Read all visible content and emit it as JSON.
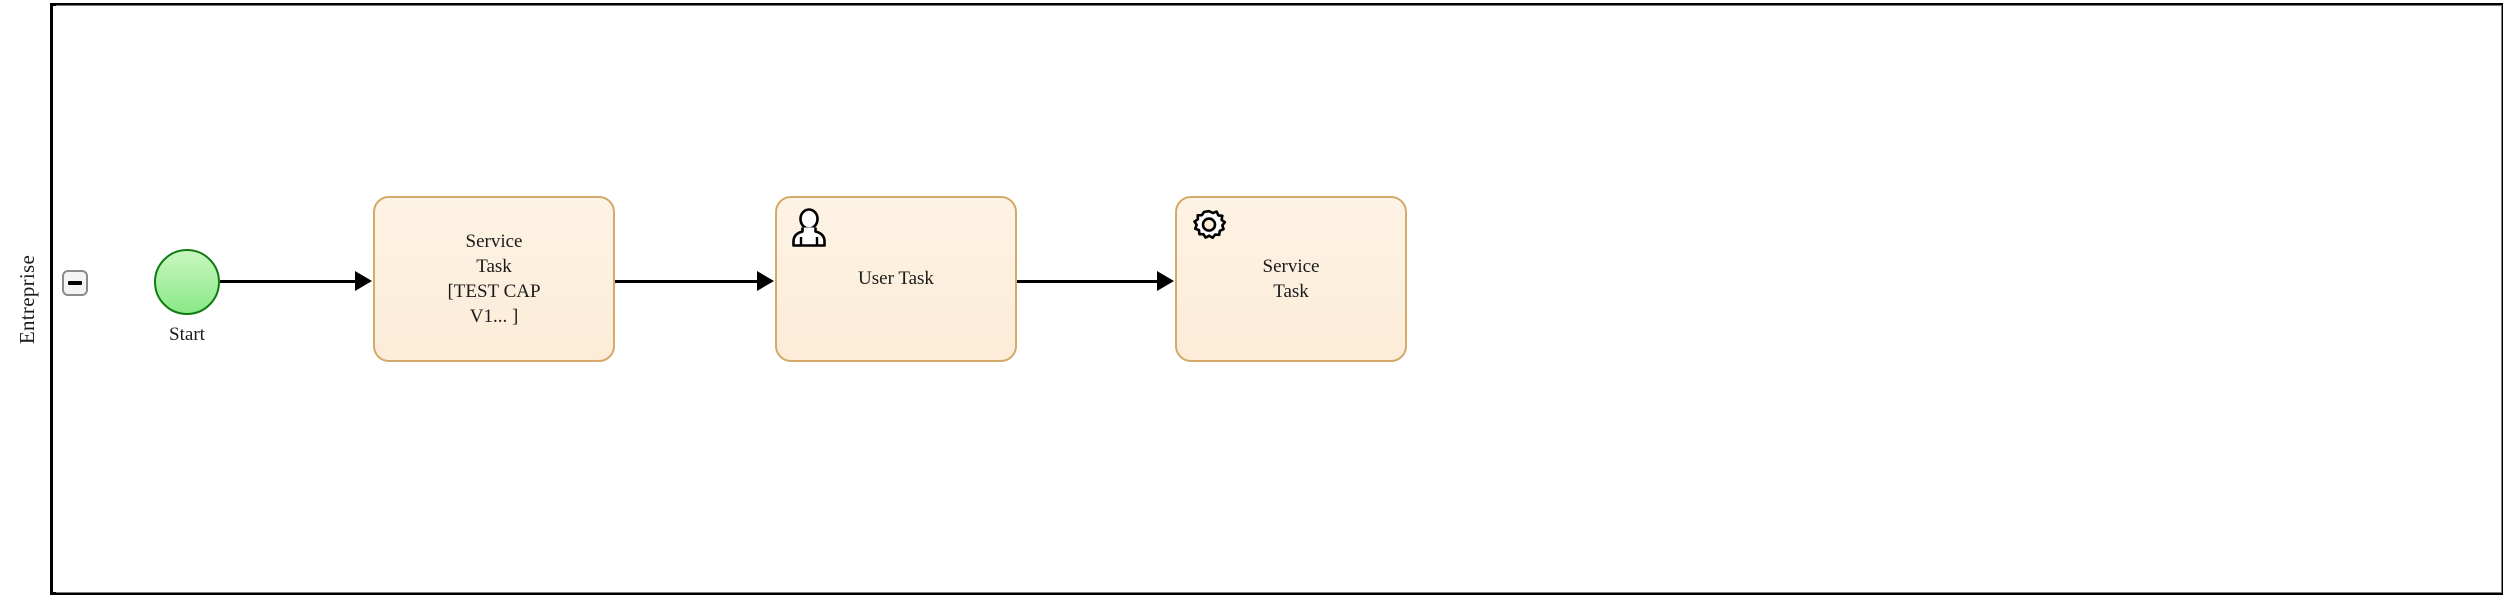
{
  "diagram": {
    "type": "bpmn-process",
    "pool": {
      "lane_label": "Entreprise",
      "collapse_button_icon": "minus-icon"
    },
    "colors": {
      "pool_border": "#000000",
      "lane_border": "#7a7a7a",
      "task_fill": "#fdf0dc",
      "task_border": "#d4a96a",
      "start_event_fill": "#a6efa0",
      "start_event_border": "#107b10",
      "connector": "#000000"
    },
    "nodes": [
      {
        "id": "start",
        "kind": "start-event",
        "label": "Start"
      },
      {
        "id": "task-service-1",
        "kind": "service-task",
        "label": "Service\nTask\n[TEST CAP\nV1... ]",
        "icon": null
      },
      {
        "id": "task-user",
        "kind": "user-task",
        "label": "User Task",
        "icon": "user-icon"
      },
      {
        "id": "task-service-2",
        "kind": "service-task",
        "label": "Service\nTask",
        "icon": "gear-icon"
      }
    ],
    "connectors": [
      {
        "from": "start",
        "to": "task-service-1"
      },
      {
        "from": "task-service-1",
        "to": "task-user"
      },
      {
        "from": "task-user",
        "to": "task-service-2"
      }
    ]
  }
}
